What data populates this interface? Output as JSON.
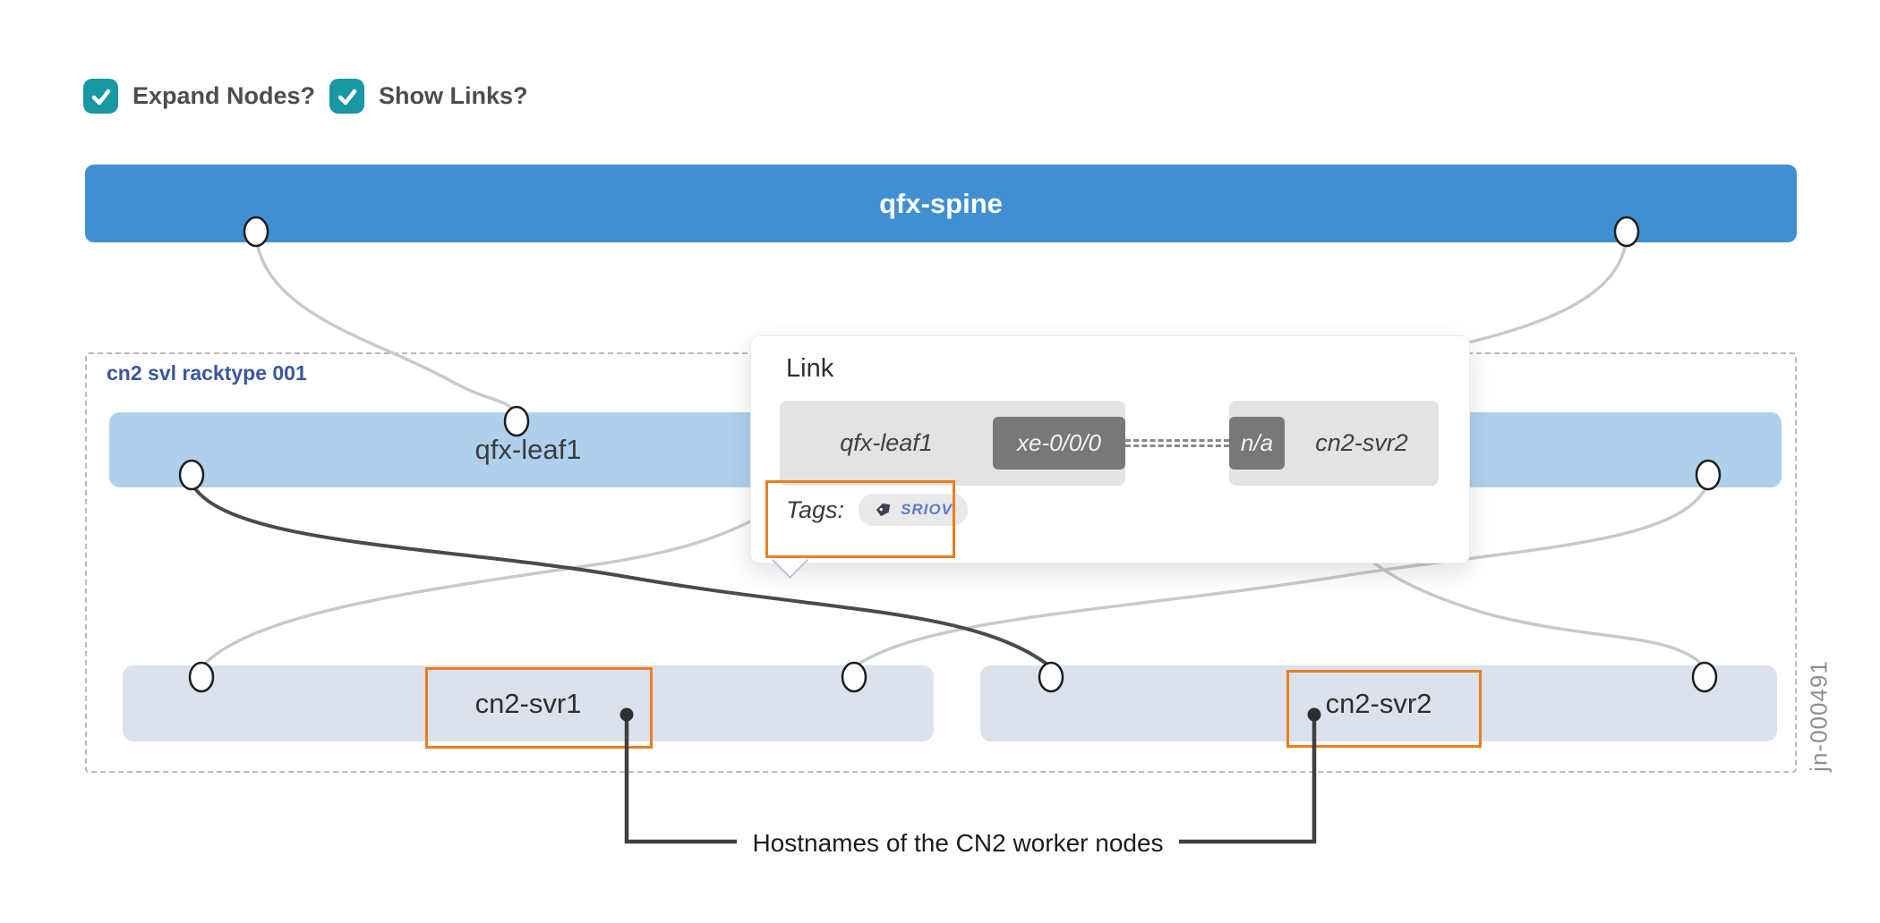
{
  "controls": {
    "expand_nodes": {
      "label": "Expand Nodes?",
      "checked": true
    },
    "show_links": {
      "label": "Show Links?",
      "checked": true
    }
  },
  "rack": {
    "label": "cn2 svl racktype 001"
  },
  "nodes": {
    "spine": {
      "label": "qfx-spine"
    },
    "leaf": {
      "label": "qfx-leaf1"
    },
    "server1": {
      "label": "cn2-svr1"
    },
    "server2": {
      "label": "cn2-svr2"
    }
  },
  "tooltip": {
    "title": "Link",
    "source_device": "qfx-leaf1",
    "source_interface": "xe-0/0/0",
    "target_interface": "n/a",
    "target_device": "cn2-svr2",
    "tags_label": "Tags:",
    "tags": [
      {
        "label": "SRIOV"
      }
    ]
  },
  "annotation": {
    "text": "Hostnames of the CN2 worker nodes"
  },
  "figure_id": "jn-000491",
  "colors": {
    "spine_bar": "#3f8fd2",
    "leaf_bar": "#aed0ec",
    "server_bar": "#dbe2ed",
    "checkbox_teal": "#1897a5",
    "highlight_orange": "#ec7d1f",
    "link_gray": "#c9c9c9",
    "link_selected": "#4a4a4a"
  }
}
